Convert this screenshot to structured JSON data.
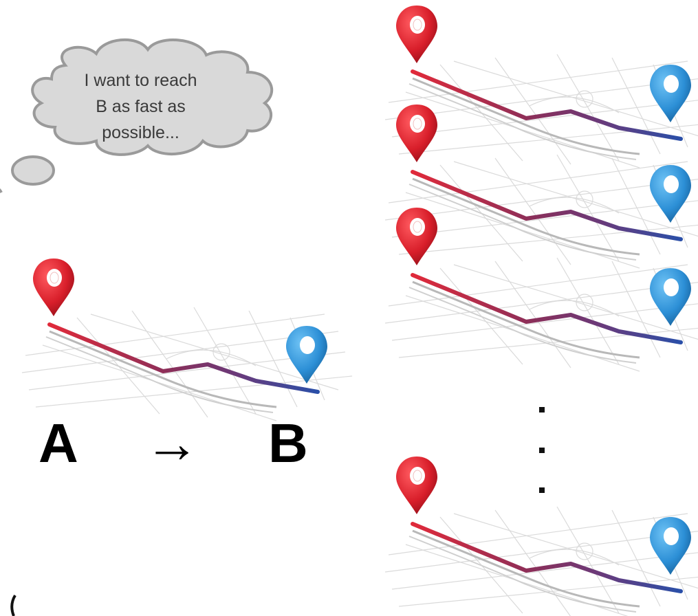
{
  "thought": {
    "lines": [
      "I want to reach",
      "B as fast as",
      "possible..."
    ]
  },
  "route": {
    "start_label": "A",
    "end_label": "B",
    "arrow": "→"
  },
  "icons": {
    "start_pin": "red-map-pin-icon",
    "end_pin": "blue-map-pin-icon",
    "ellipsis": "vertical-ellipsis"
  },
  "colors": {
    "start_pin": "#d81e2a",
    "end_pin": "#2c8fd6",
    "route_start": "#e02a3a",
    "route_mid": "#6a3a7a",
    "route_end": "#2a4fa8",
    "cloud_fill": "#d9d9d9",
    "cloud_stroke": "#9a9a9a"
  }
}
